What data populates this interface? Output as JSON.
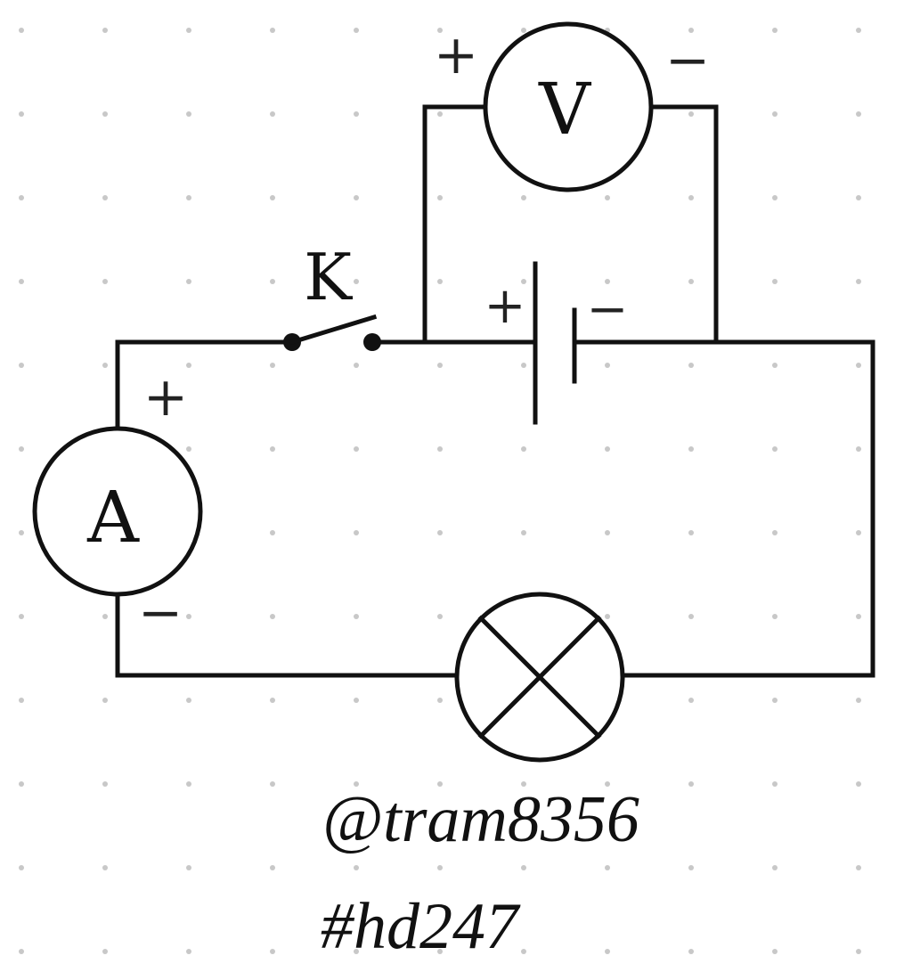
{
  "diagram": {
    "colors": {
      "ink": "#111111",
      "grid_dot": "#c8c8c8",
      "background": "#ffffff"
    },
    "voltmeter": {
      "label": "V",
      "plus": "+",
      "minus": "−"
    },
    "ammeter": {
      "label": "A",
      "plus": "+",
      "minus": "−"
    },
    "switch": {
      "label": "K"
    },
    "battery": {
      "plus": "+",
      "minus": "−"
    },
    "lamp": {
      "icon": "lamp-cross-icon"
    },
    "signature": {
      "handle": "@tram8356",
      "tag": "#hd247"
    }
  }
}
